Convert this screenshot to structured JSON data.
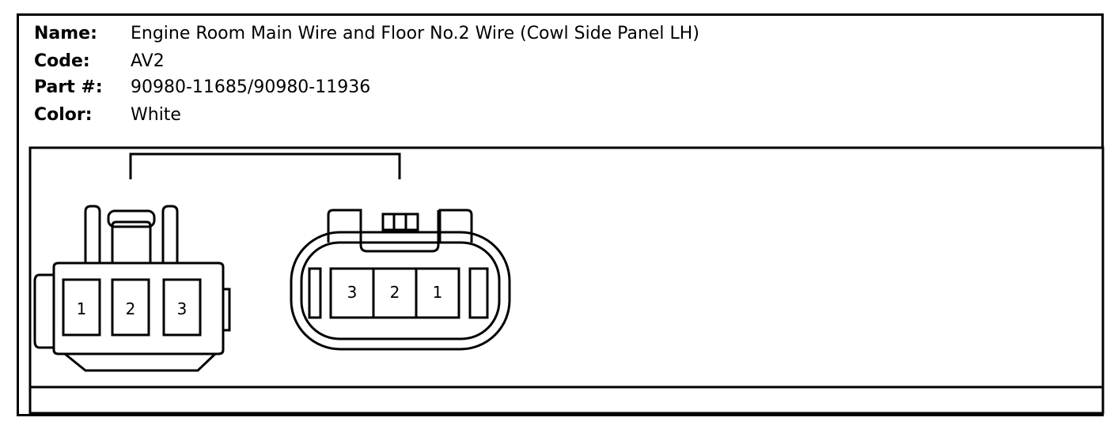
{
  "info": {
    "name_label": "Name:",
    "name_value": "Engine Room Main Wire and Floor No.2 Wire (Cowl Side Panel LH)",
    "code_label": "Code:",
    "code_value": "AV2",
    "part_label": "Part #:",
    "part_value": "90980-11685/90980-11936",
    "color_label": "Color:",
    "color_value": "White"
  },
  "connectors": {
    "left": {
      "pins": [
        "1",
        "2",
        "3"
      ]
    },
    "right": {
      "pins": [
        "3",
        "2",
        "1"
      ]
    }
  }
}
